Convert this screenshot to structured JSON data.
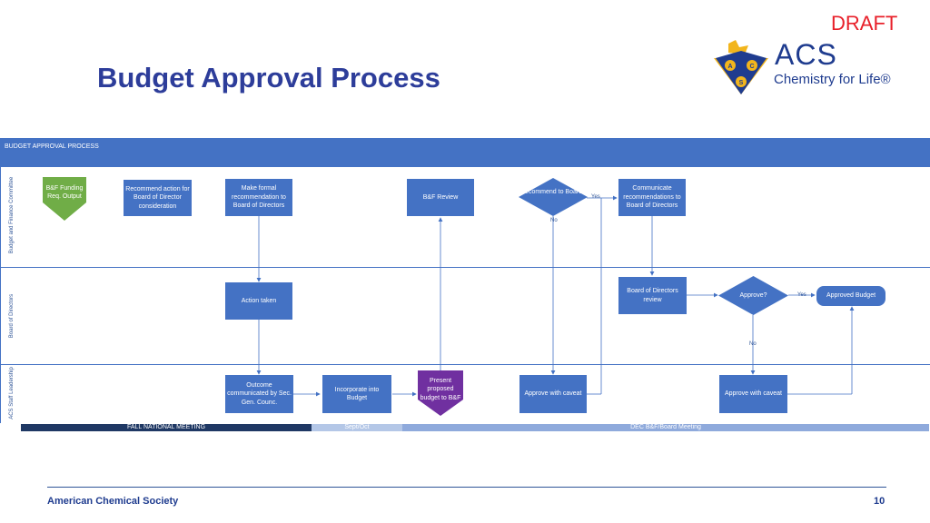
{
  "draft_label": "DRAFT",
  "slide_title": "Budget Approval Process",
  "logo": {
    "name": "ACS",
    "tagline": "Chemistry for Life®"
  },
  "diagram": {
    "header": "BUDGET APPROVAL PROCESS",
    "lanes": [
      {
        "label": "Budget and Finance Committee"
      },
      {
        "label": "Board of Directors"
      },
      {
        "label": "ACS Staff Leadership"
      }
    ],
    "nodes": {
      "bf_funding": "B&F Funding Req. Output",
      "recommend_action": "Recommend action for Board of Director consideration",
      "make_formal": "Make formal recommendation to Board of Directors",
      "bf_review": "B&F Review",
      "recommend_board": "Recommend to Board?",
      "communicate": "Communicate recommendations to Board of Directors",
      "action_taken": "Action taken",
      "board_review": "Board of Directors review",
      "approve": "Approve?",
      "approved_budget": "Approved Budget",
      "outcome": "Outcome communicated by Sec. Gen. Counc.",
      "incorporate": "Incorporate into Budget",
      "present": "Present proposed budget to B&F",
      "approve_caveat_1": "Approve with caveat",
      "approve_caveat_2": "Approve with caveat"
    },
    "edge_labels": {
      "yes1": "Yes",
      "no1": "No",
      "yes2": "Yes",
      "no2": "No"
    },
    "timeline": [
      {
        "label": "FALL NATIONAL MEETING",
        "color": "#1f3864"
      },
      {
        "label": "Sept/Oct",
        "color": "#b4c7e7"
      },
      {
        "label": "DEC B&F/Board Meeting",
        "color": "#8faadc"
      }
    ]
  },
  "footer": {
    "org": "American Chemical Society",
    "page": "10"
  },
  "colors": {
    "accent": "#4472c4",
    "green": "#70ad47",
    "purple": "#7030a0",
    "title": "#2d3d9a",
    "draft": "#e8202a"
  }
}
